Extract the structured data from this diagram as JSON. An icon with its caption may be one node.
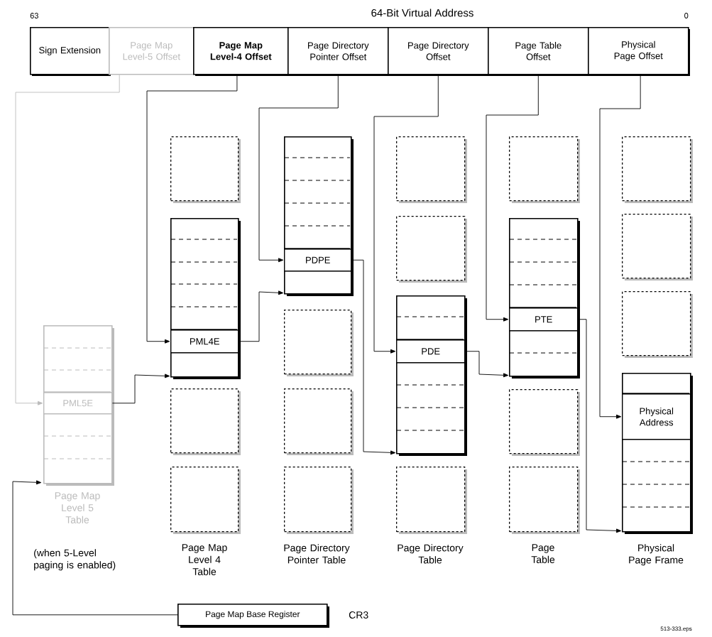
{
  "diagram": {
    "title": "64-Bit Virtual Address",
    "nodes": [
      {
        "text": [
          "Sign Extension"
        ]
      },
      {
        "text": [
          "Page Map Level-5 Offset"
        ]
      },
      {
        "text": [
          "Page Map Level-4 Offset"
        ]
      },
      {
        "text": [
          "Page Directory Pointer Offset"
        ]
      },
      {
        "text": [
          "Page Directory Offset"
        ]
      },
      {
        "text": [
          "Page Table Offset"
        ]
      },
      {
        "text": [
          "Physical Page Offset"
        ]
      },
      {
        "text": [],
        "shape": "table",
        "beside": [
          "Page Map Level 5 Table",
          "(when 5-Level paging is enabled)"
        ]
      },
      {
        "text": [
          "PML5E"
        ],
        "in": 7
      },
      {
        "text": [],
        "shape": "box"
      },
      {
        "text": [],
        "shape": "table"
      },
      {
        "text": [
          "PML4E"
        ],
        "in": 10
      },
      {
        "text": [],
        "shape": "box"
      },
      {
        "text": [],
        "shape": "box",
        "beside": [
          "Page Map Level 4 Table"
        ]
      },
      {
        "text": [],
        "shape": "table"
      },
      {
        "text": [
          "PDPE"
        ],
        "in": 14
      },
      {
        "text": [],
        "shape": "box"
      },
      {
        "text": [],
        "shape": "box"
      },
      {
        "text": [],
        "shape": "box",
        "beside": [
          "Page Directory Pointer Table"
        ]
      },
      {
        "text": [],
        "shape": "box"
      },
      {
        "text": [],
        "shape": "box"
      },
      {
        "text": [],
        "shape": "table"
      },
      {
        "text": [
          "PDE"
        ],
        "in": 21
      },
      {
        "text": [],
        "shape": "box",
        "beside": [
          "Page Directory Table"
        ]
      },
      {
        "text": [],
        "shape": "box"
      },
      {
        "text": [],
        "shape": "table"
      },
      {
        "text": [
          "PTE"
        ],
        "in": 25
      },
      {
        "text": [],
        "shape": "box"
      },
      {
        "text": [],
        "shape": "box",
        "beside": [
          "Page Table"
        ]
      },
      {
        "text": [],
        "shape": "box"
      },
      {
        "text": [],
        "shape": "box"
      },
      {
        "text": [],
        "shape": "box"
      },
      {
        "text": [],
        "shape": "table",
        "beside": [
          "Physical Page Frame"
        ]
      },
      {
        "text": [
          "Physical Address"
        ],
        "in": 32
      },
      {
        "text": [
          "Page Map Base Register"
        ],
        "beside": [
          "CR3"
        ]
      }
    ],
    "edges": [
      {
        "from": 1,
        "to": 8,
        "arrow": "to",
        "color": "#bbbbbb"
      },
      {
        "from": 2,
        "to": 11,
        "arrow": "to"
      },
      {
        "from": 3,
        "to": 15,
        "arrow": "to"
      },
      {
        "from": 4,
        "to": 22,
        "arrow": "to"
      },
      {
        "from": 5,
        "to": 26,
        "arrow": "to"
      },
      {
        "from": 6,
        "to": 33,
        "arrow": "to"
      },
      {
        "from": 8,
        "to": 10,
        "arrow": "to"
      },
      {
        "from": 11,
        "to": 14,
        "arrow": "to"
      },
      {
        "from": 15,
        "to": 21,
        "arrow": "to"
      },
      {
        "from": 22,
        "to": 25,
        "arrow": "to"
      },
      {
        "from": 26,
        "to": 32,
        "arrow": "to"
      },
      {
        "from": 34,
        "to": 7,
        "arrow": "to"
      }
    ],
    "labels": [
      "63",
      "0",
      "513-333.eps"
    ]
  }
}
